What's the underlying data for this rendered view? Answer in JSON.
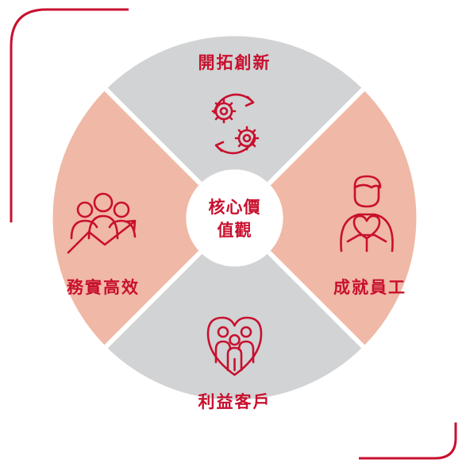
{
  "colors": {
    "accent": "#c8102e",
    "segment_gray": "#d1d3d4",
    "segment_salmon": "#f0b8a6",
    "center_fill": "#ffffff",
    "frame": "#c8102e"
  },
  "center": {
    "line1": "核心價",
    "line2": "值觀"
  },
  "segments": {
    "top": {
      "label": "開拓創新",
      "icon": "gears-cycle-icon"
    },
    "right": {
      "label": "成就員工",
      "icon": "person-heart-icon"
    },
    "bottom": {
      "label": "利益客戶",
      "icon": "family-heart-icon"
    },
    "left": {
      "label": "務實高效",
      "icon": "team-growth-icon"
    }
  }
}
